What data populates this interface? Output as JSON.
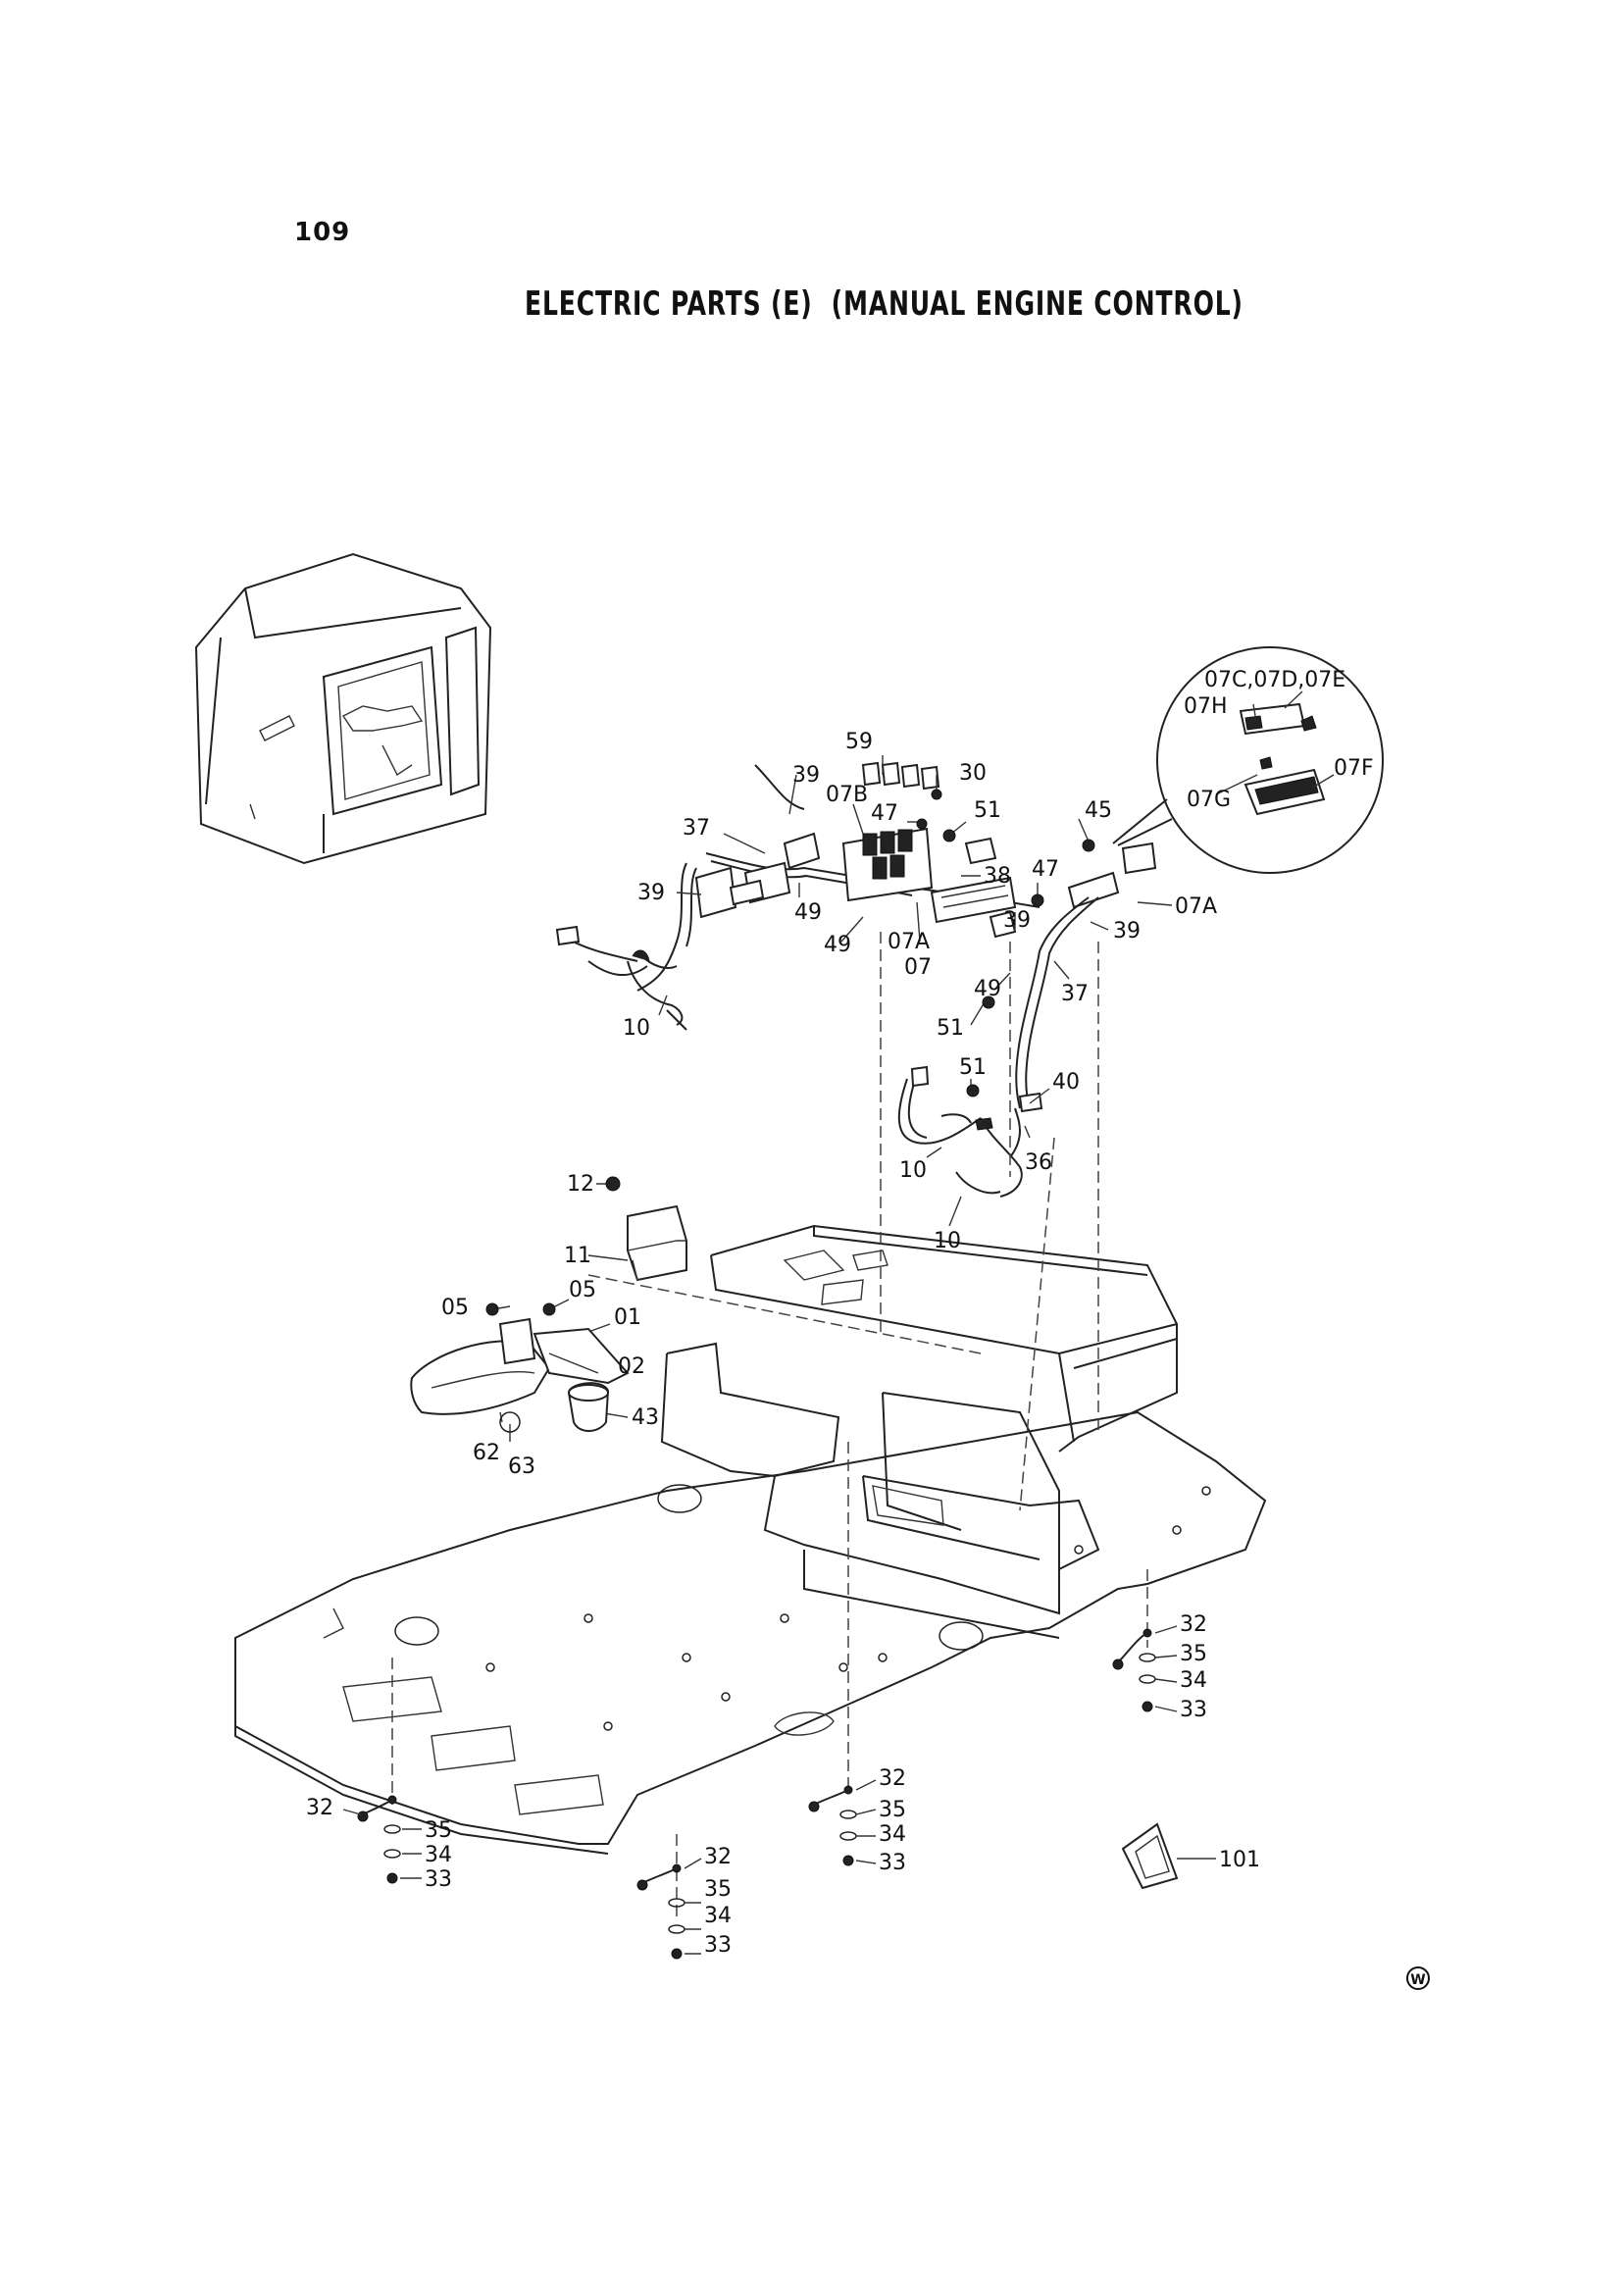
{
  "page": {
    "number": "109",
    "title": "ELECTRIC PARTS (E)  (MANUAL ENGINE CONTROL)"
  },
  "callouts": {
    "c59": "59",
    "c39a": "39",
    "c07B": "07B",
    "c30": "30",
    "c47a": "47",
    "c51a": "51",
    "c45": "45",
    "c37a": "37",
    "c38": "38",
    "c47b": "47",
    "c39b": "39",
    "c49a": "49",
    "c49b": "49",
    "c07Aa": "07A",
    "c39c": "39",
    "c39d": "39",
    "c07Ab": "07A",
    "c07": "07",
    "c49c": "49",
    "c37b": "37",
    "c51b": "51",
    "c10a": "10",
    "c51c": "51",
    "c40": "40",
    "c10b": "10",
    "c36": "36",
    "c10c": "10",
    "c12": "12",
    "c11": "11",
    "c05a": "05",
    "c05b": "05",
    "c01": "01",
    "c02": "02",
    "c43": "43",
    "c62": "62",
    "c63": "63",
    "c07CDE": "07C,07D,07E",
    "c07H": "07H",
    "c07F": "07F",
    "c07G": "07G",
    "g1_32": "32",
    "g1_35": "35",
    "g1_34": "34",
    "g1_33": "33",
    "g2_32": "32",
    "g2_35": "35",
    "g2_34": "34",
    "g2_33": "33",
    "g3_32": "32",
    "g3_35": "35",
    "g3_34": "34",
    "g3_33": "33",
    "g4_32": "32",
    "g4_35": "35",
    "g4_34": "34",
    "g4_33": "33",
    "c101": "101"
  },
  "corner_mark": "W"
}
